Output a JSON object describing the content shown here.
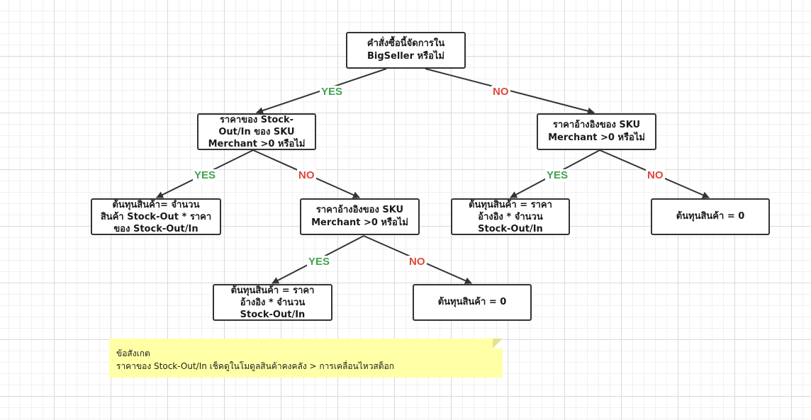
{
  "nodes": {
    "root": "คำสั่งซื้อนี้จัดการใน\nBigSeller หรือไม่",
    "stock_price_check": "ราคาของ Stock-\nOut/In ของ SKU\nMerchant >0 หรือไม่",
    "ref_price_check_right": "ราคาอ้างอิงของ SKU\nMerchant >0 หรือไม่",
    "cost_stockout": "ต้นทุนสินค้า= จำนวน\nสินค้า Stock-Out * ราคา\nของ Stock-Out/In",
    "ref_price_check_mid": "ราคาอ้างอิงของ SKU\nMerchant >0 หรือไม่",
    "cost_ref_right": "ต้นทุนสินค้า = ราคา\nอ้างอิง * จำนวน\nStock-Out/In",
    "cost_zero_right": "ต้นทุนสินค้า = 0",
    "cost_ref_bottom": "ต้นทุนสินค้า = ราคา\nอ้างอิง * จำนวน\nStock-Out/In",
    "cost_zero_bottom": "ต้นทุนสินค้า = 0"
  },
  "edge_labels": {
    "root_yes": "YES",
    "root_no": "NO",
    "stock_yes": "YES",
    "stock_no": "NO",
    "ref_right_yes": "YES",
    "ref_right_no": "NO",
    "ref_mid_yes": "YES",
    "ref_mid_no": "NO"
  },
  "note": {
    "title": "ข้อสังเกต",
    "body": "ราคาของ Stock-Out/In เช็คดูในโมดูลสินค้าคงคลัง > การเคลื่อนไหวสต็อก"
  },
  "colors": {
    "yes": "#3fa34d",
    "no": "#e0453a",
    "note_bg": "#ffffa6",
    "stroke": "#333333"
  }
}
